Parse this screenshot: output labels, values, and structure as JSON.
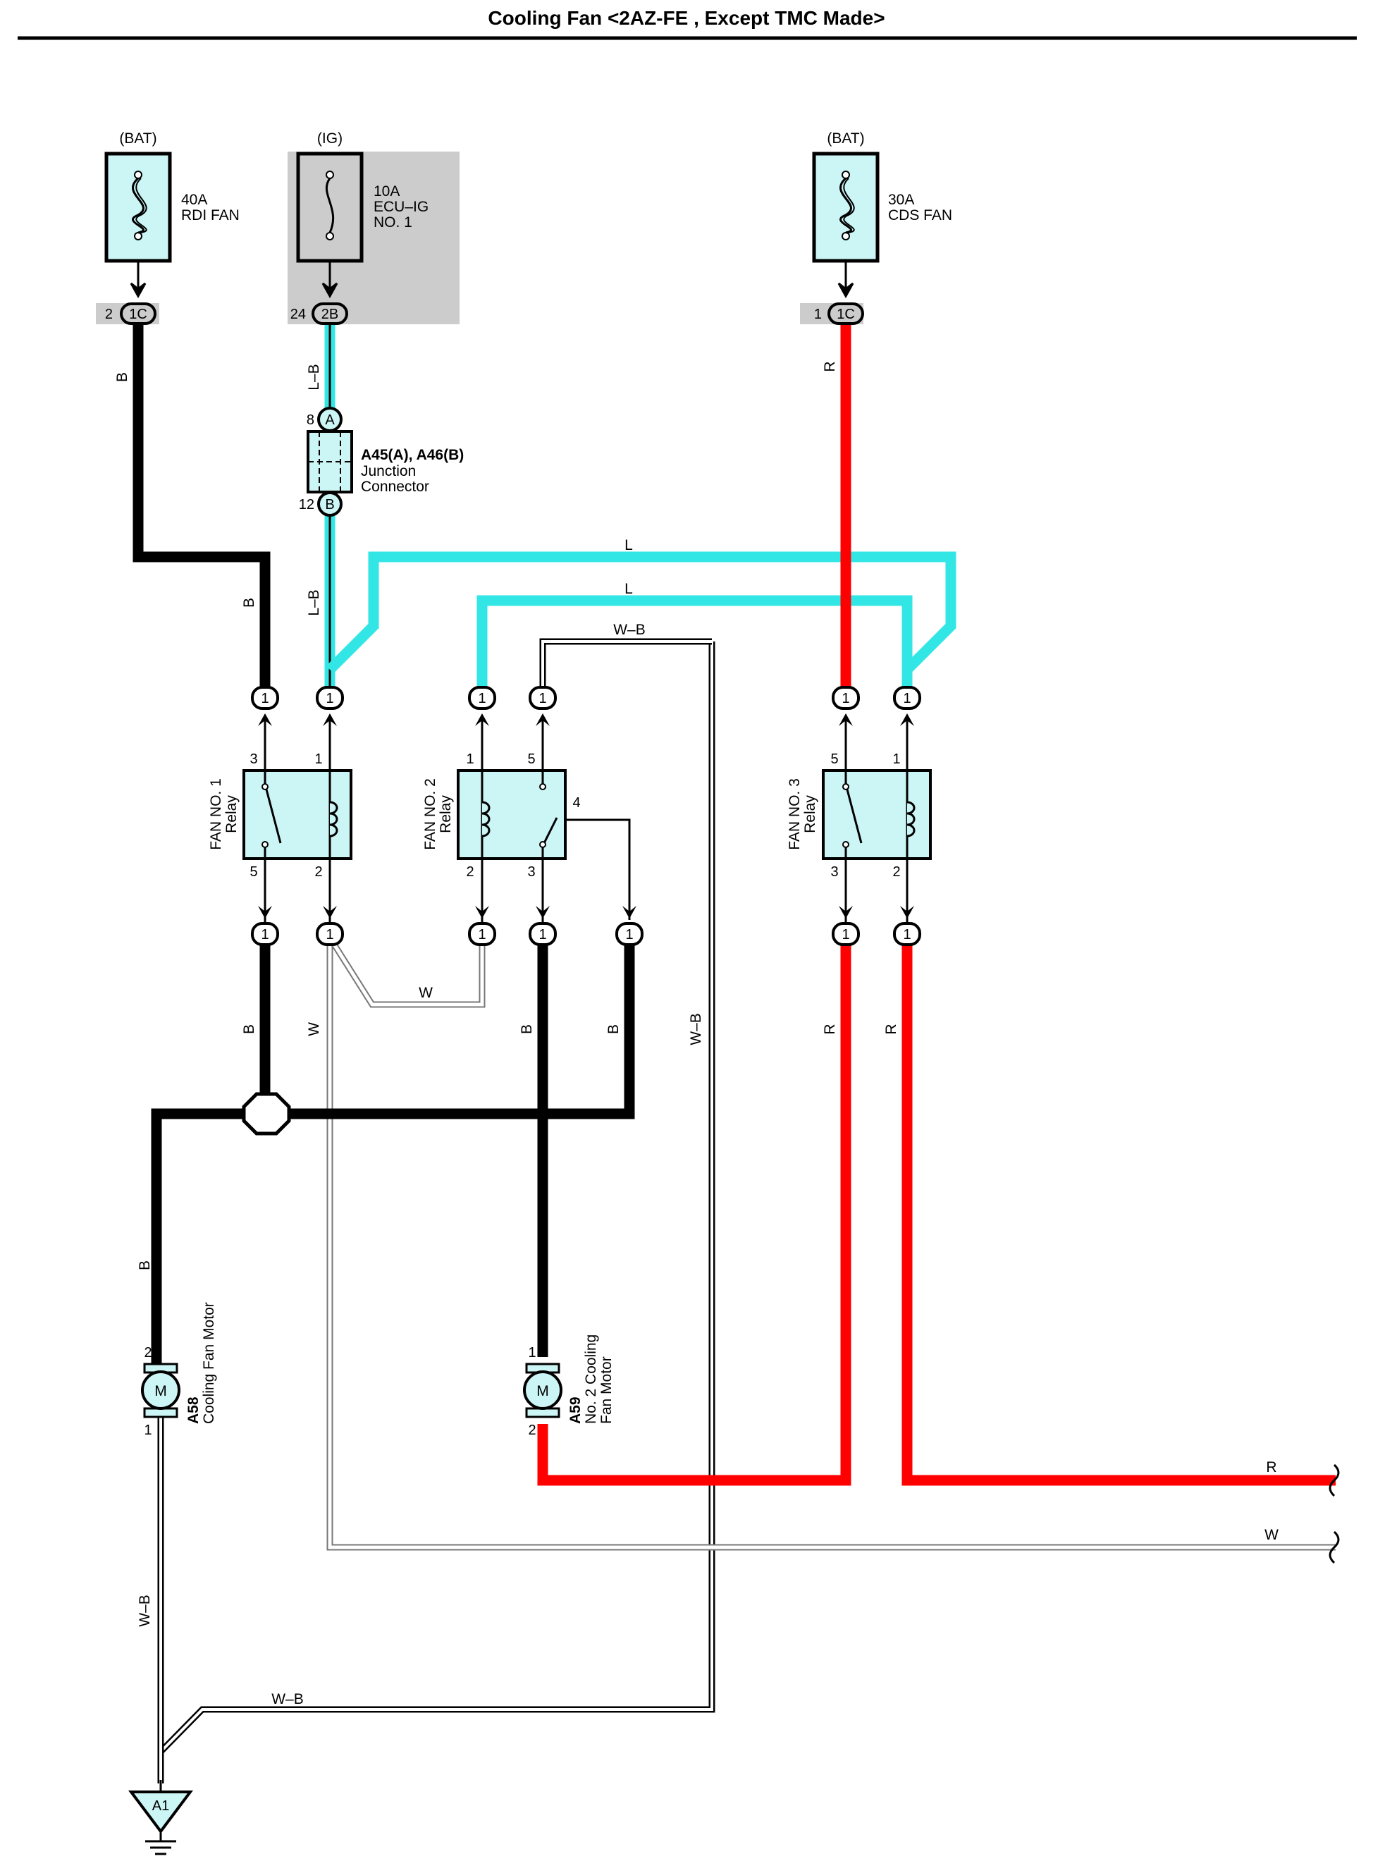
{
  "title": "Cooling Fan <2AZ-FE , Except TMC Made>",
  "colors": {
    "black": "#000000",
    "cyan": "#33e6e6",
    "red": "#ff0000",
    "white": "#ffffff",
    "part_fill": "#ccf5f5",
    "shade": "#cccccc"
  },
  "fuses": [
    {
      "source": "(BAT)",
      "rating": "40A",
      "name_lines": [
        "RDI FAN"
      ],
      "conn_pin": "2",
      "conn_id": "1C"
    },
    {
      "source": "(IG)",
      "rating": "10A",
      "name_lines": [
        "ECU–IG",
        "NO. 1"
      ],
      "conn_pin": "24",
      "conn_id": "2B"
    },
    {
      "source": "(BAT)",
      "rating": "30A",
      "name_lines": [
        "CDS FAN"
      ],
      "conn_pin": "1",
      "conn_id": "1C"
    }
  ],
  "junction": {
    "id": "A45(A), A46(B)",
    "desc_lines": [
      "Junction",
      "Connector"
    ],
    "top_pin": "8",
    "top_id": "A",
    "bottom_pin": "12",
    "bottom_id": "B"
  },
  "relays": [
    {
      "name": "FAN NO. 1",
      "type": "Relay",
      "pins": {
        "top_left": "3",
        "top_right": "1",
        "bottom_left": "5",
        "bottom_right": "2"
      }
    },
    {
      "name": "FAN NO. 2",
      "type": "Relay",
      "pins": {
        "top_left": "1",
        "top_right": "5",
        "side": "4",
        "bottom_left": "2",
        "bottom_right": "3"
      }
    },
    {
      "name": "FAN NO. 3",
      "type": "Relay",
      "pins": {
        "top_left": "5",
        "top_right": "1",
        "bottom_left": "3",
        "bottom_right": "2"
      }
    }
  ],
  "conn_marker": "1",
  "motor_symbol": "M",
  "motors": [
    {
      "id": "A58",
      "desc_lines": [
        "Cooling Fan Motor"
      ],
      "top_pin": "2",
      "bottom_pin": "1"
    },
    {
      "id": "A59",
      "desc_lines": [
        "No. 2 Cooling",
        "Fan Motor"
      ],
      "top_pin": "1",
      "bottom_pin": "2"
    }
  ],
  "ground": {
    "id": "A1"
  },
  "wire_labels": {
    "B": "B",
    "LB": "L–B",
    "R": "R",
    "L": "L",
    "WB": "W–B",
    "W": "W"
  }
}
